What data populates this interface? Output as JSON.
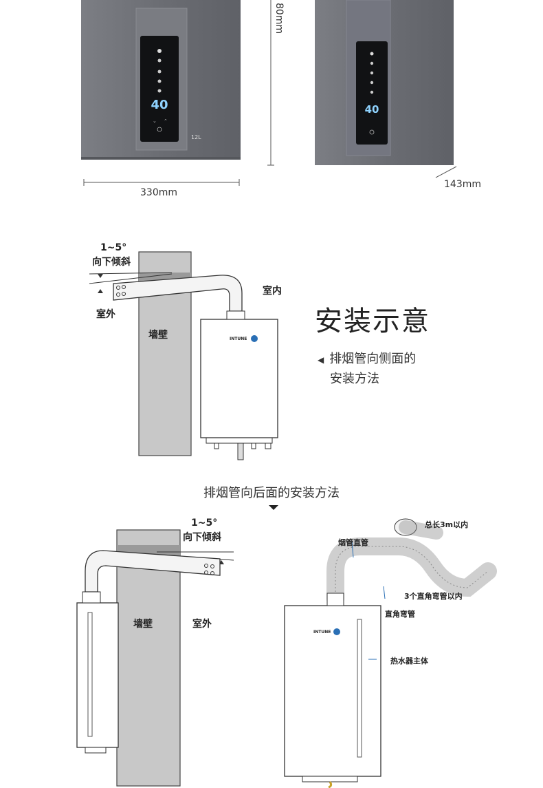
{
  "product": {
    "display_value": "40",
    "model_label": "12L",
    "width_dim": "330mm",
    "height_dim": "80mm",
    "depth_dim": "143mm"
  },
  "side_install": {
    "tilt_angle": "1~5°",
    "tilt_text": "向下倾斜",
    "indoor": "室内",
    "outdoor": "室外",
    "wall": "墙壁",
    "brand": "INTUNE"
  },
  "install_title": "安装示意",
  "install_sub": [
    "排烟管向侧面的",
    "安装方法"
  ],
  "rear_caption": "排烟管向后面的安装方法",
  "rear_install": {
    "tilt_angle": "1~5°",
    "tilt_text": "向下倾斜",
    "wall": "墙壁",
    "outdoor": "室外"
  },
  "pipe_diagram": {
    "total_length": "总长3m以内",
    "straight_pipe": "烟管直管",
    "elbow_limit": "3个直角弯管以内",
    "elbow": "直角弯管",
    "main_body": "热水器主体",
    "brand": "INTUNE"
  },
  "colors": {
    "heater_body": "#6d6f75",
    "panel": "#111214",
    "display": "#8fd3ff",
    "wall": "#c8c8c8",
    "accent_blue": "#2a6fb5"
  }
}
